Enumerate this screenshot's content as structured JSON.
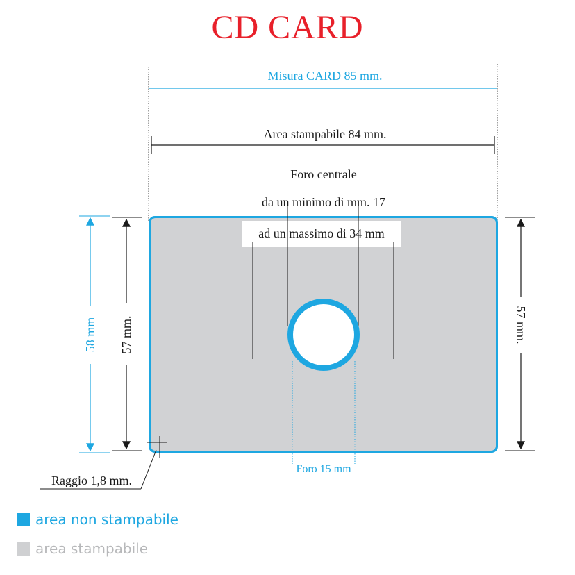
{
  "title": "CD  CARD",
  "labels": {
    "card_width": "Misura CARD 85 mm.",
    "printable_width": "Area stampabile 84 mm.",
    "hole_line1": "Foro centrale",
    "hole_line2": "da un minimo di mm. 17",
    "hole_line3": "ad un massimo di 34 mm",
    "height_58": "58 mm",
    "height_57_left": "57 mm.",
    "height_57_right": "57 mm.",
    "hole_15": "Foro 15 mm",
    "radius": "Raggio 1,8 mm."
  },
  "legend": [
    {
      "label": "area non stampabile",
      "color": "#1ea7e1"
    },
    {
      "label": "area stampabile",
      "color": "#cfd0d2"
    }
  ],
  "colors": {
    "title": "#e8202a",
    "cyan": "#1ea7e1",
    "card_fill": "#d1d2d4",
    "ink": "#1a1a1a",
    "legend_muted": "#b7b8ba"
  }
}
